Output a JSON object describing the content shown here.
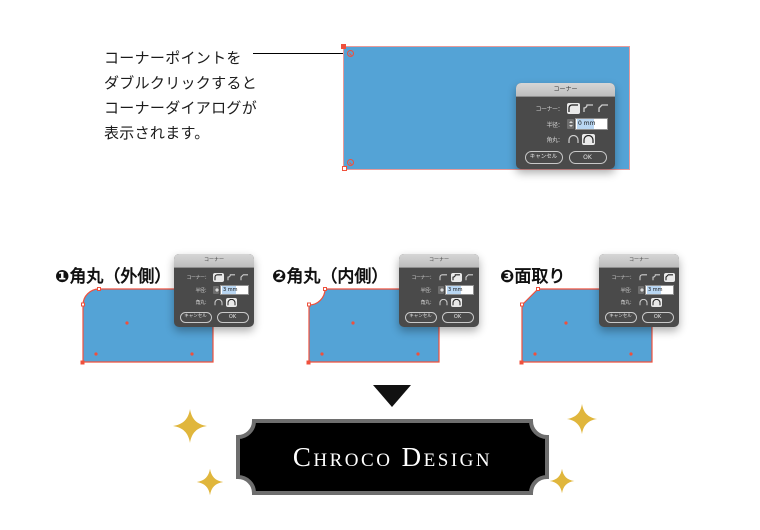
{
  "annotation": {
    "lines": [
      "コーナーポイントを",
      "ダブルクリックすると",
      "コーナーダイアログが",
      "表示されます。"
    ]
  },
  "dialog": {
    "title": "コーナー",
    "labels": {
      "corner": "コーナー：",
      "radius": "半径：",
      "rounding": "角丸："
    },
    "buttons": {
      "cancel": "キャンセル",
      "ok": "OK"
    },
    "corner_icons": [
      "round-outer-icon",
      "round-inner-icon",
      "chamfer-icon"
    ],
    "rounding_icons": [
      "rounding-absolute-icon",
      "rounding-relative-icon"
    ]
  },
  "main_dialog": {
    "radius_value": "0 mm",
    "selected_corner_index": 0,
    "selected_rounding_index": 1
  },
  "examples": [
    {
      "number": "❶",
      "label": "角丸（外側）",
      "radius_value": "3 mm",
      "selected_corner_index": 0,
      "selected_rounding_index": 1
    },
    {
      "number": "❷",
      "label": "角丸（内側）",
      "radius_value": "3 mm",
      "selected_corner_index": 1,
      "selected_rounding_index": 1
    },
    {
      "number": "❸",
      "label": "面取り",
      "radius_value": "3 mm",
      "selected_corner_index": 2,
      "selected_rounding_index": 1
    }
  ],
  "plaque": {
    "text": "Chroco Design"
  },
  "colors": {
    "shape_fill": "#54a3d6",
    "shape_stroke": "#e79a9a",
    "anchor": "#f0503c",
    "dialog_bg": "#4a4a4a",
    "dialog_titlebar": "#cccccc",
    "sparkle": "#e0b63c",
    "plaque_fill": "#000000",
    "plaque_border": "#6e6e6e",
    "arrow": "#111111"
  }
}
